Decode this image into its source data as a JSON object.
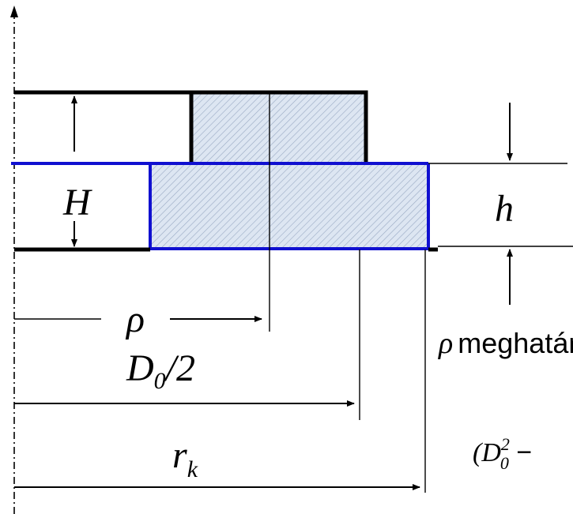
{
  "labels": {
    "H": "H",
    "h": "h",
    "rho": "ρ",
    "d0_half_main": "D",
    "d0_half_sub": "0",
    "d0_half_tail": "/2",
    "rk_main": "r",
    "rk_sub": "k",
    "rho_caption_symbol": "ρ",
    "rho_caption_text": "meghatározása:",
    "formula_open": "(D",
    "formula_sub": "0",
    "formula_sup": "2",
    "formula_minus": " −"
  },
  "colors": {
    "outline_black": "#000000",
    "outline_blue": "#1010d0",
    "hatch_fill": "#dde6f2",
    "hatch_line": "#9aaac4"
  }
}
